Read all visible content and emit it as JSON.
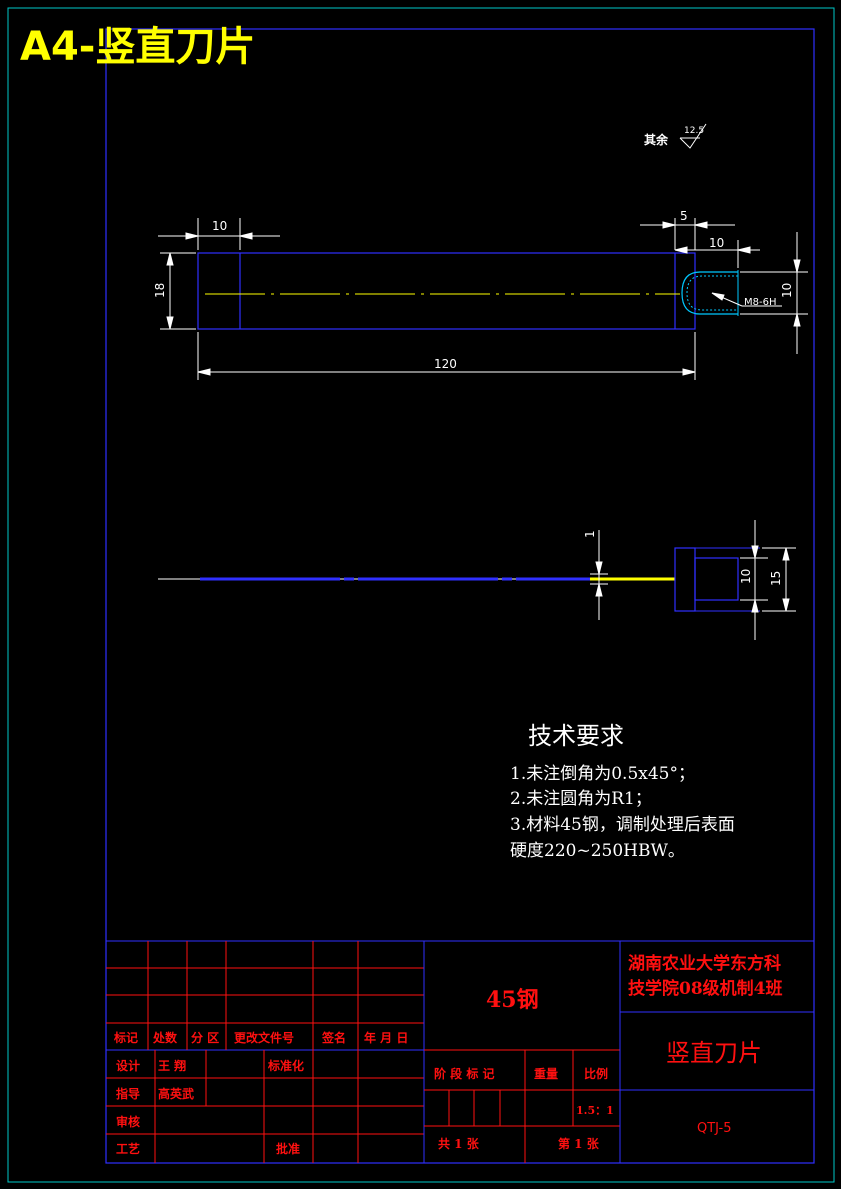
{
  "sheet": {
    "title": "A4-竖直刀片",
    "colors": {
      "background": "#000000",
      "frame": "#0000ff",
      "outer": "#00c8c8",
      "title": "#ffff00",
      "table": "#ff0000",
      "dim": "#ffffff",
      "center": "#ffff00"
    }
  },
  "roughness": {
    "label": "其余",
    "value": "12.5"
  },
  "view1": {
    "dims": {
      "left_len": "10",
      "right_offset": "5",
      "right_len": "10",
      "height": "18",
      "thread_dia": "10",
      "total_len": "120"
    },
    "thread_label": "M8-6H"
  },
  "view2": {
    "dims": {
      "thickness": "1",
      "bore": "10",
      "outer": "15"
    }
  },
  "tech": {
    "heading": "技术要求",
    "lines": [
      "1.未注倒角为0.5x45°；",
      "2.未注圆角为R1；",
      "3.材料45钢，调制处理后表面",
      "硬度220~250HBW。"
    ]
  },
  "titleblock": {
    "material": "45钢",
    "school": [
      "湖南农业大学东方科",
      "技学院08级机制4班"
    ],
    "part_name": "竖直刀片",
    "drawing_no": "QTJ-5",
    "headers": [
      "标记",
      "处数",
      "分 区",
      "更改文件号",
      "签名",
      "年 月 日"
    ],
    "design_label": "设计",
    "designer": "王  翔",
    "std_label": "标准化",
    "guide_label": "指导",
    "guide": "高英武",
    "review_label": "审核",
    "process_label": "工艺",
    "approve_label": "批准",
    "stage_label": "阶 段 标 记",
    "weight_label": "重量",
    "scale_label": "比例",
    "scale": "1.5：1",
    "total_sheets": "共  1 张",
    "sheet_no": "第  1 张"
  }
}
